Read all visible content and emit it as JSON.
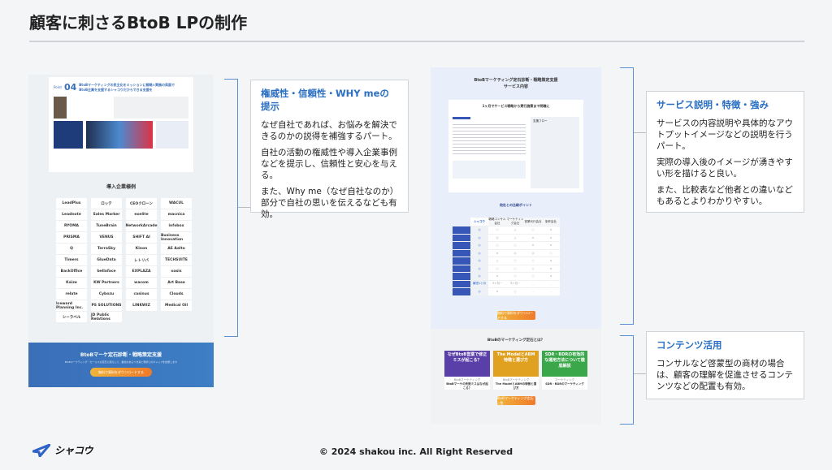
{
  "title": "顧客に刺さるBtoB LPの制作",
  "left_shot": {
    "point_label": "Point",
    "point_num": "04",
    "point_heading": "BtoBマーケティングの民主化をミッションに戦略×実務の両面でBtoB企業を支援するシャコウだからできる支援を",
    "clients_title": "導入企業様例",
    "logos": [
      "LeadPlus",
      "ロッテ",
      "CEOクローン",
      "WACUL",
      "Leadnote",
      "Sales Marker",
      "exelite",
      "macnica",
      "RYOMA",
      "TuneBrain",
      "NetworkArcade",
      "infobox",
      "PRISMA",
      "VENUS",
      "SHIFT AI",
      "Business Innovation",
      "Q",
      "TerraSky",
      "Kinon",
      "AE Aalto",
      "Timers",
      "GlueData",
      "レトリバ",
      "TECHSUITE",
      "BackOffice",
      "bellaface",
      "EXPLAZA",
      "oasis",
      "Kaize",
      "KW Partners",
      "wacom",
      "Art Base",
      "relate",
      "Cybozu",
      "casinus",
      "Clouds",
      "Iceward Planning Inc.",
      "PS SOLUTIONS",
      "LINKWIZ",
      "Medical Oil",
      "シーラベル",
      "JD Public Relations"
    ],
    "banner_title": "BtoBマーケ定石診断・戦略策定支援",
    "banner_sub": "BtoBマーケティング・セールスの定石に照らして、貴社のあるべき姿と現状とのギャップを診断します",
    "banner_button": "無料で資料をダウンロードする"
  },
  "box1": {
    "heading": "権威性・信頼性・WHY meの提示",
    "paras": [
      "なぜ自社であれば、お悩みを解決できるのかの説得を補強するパート。",
      "自社の活動の権威性や導入企業事例などを提示し、信頼性と安心を与える。",
      "また、Why me（なぜ自社なのか）部分で自社の思いを伝えるなども有効。"
    ]
  },
  "mid_shot": {
    "service_title": "BtoBマーケティング定石診断・戦略策定支援",
    "service_title2": "サービス内容",
    "service_card_title": "1ヶ月でサービス戦略から実行施策まで明確に",
    "flow_label": "支援フロー",
    "compare_title": "他社との比較ポイント",
    "compare_brand": "シャコウ",
    "compare_cols": [
      "戦略コンサル会社",
      "マーケティング会社",
      "営業代行会社",
      "制作会社"
    ],
    "compare_marks": [
      [
        "◎",
        "○",
        "△",
        "○",
        "×"
      ],
      [
        "◎",
        "◎",
        "△",
        "×",
        "×"
      ],
      [
        "◎",
        "○",
        "○",
        "×",
        "×"
      ],
      [
        "◎",
        "×",
        "◎",
        "◎",
        "○"
      ],
      [
        "◎",
        "△",
        "○",
        "○",
        "×"
      ],
      [
        "◎",
        "○",
        "○",
        "△",
        "×"
      ],
      [
        "◎",
        "×",
        "○",
        "○",
        "×"
      ],
      [
        "最短1ヶ月",
        "3ヶ月~",
        "3ヶ月~",
        "-",
        "-"
      ],
      [
        "◎",
        "×",
        "○",
        "-",
        "-"
      ]
    ],
    "compare_button": "無料で資料をダウンロードする",
    "content_title": "BtoBのマーケティング定石とは？",
    "videos": [
      {
        "img": "なぜBtoB営業で修正ミスが起こる？",
        "cat": "BtoBマーケティング",
        "title": "BtoBマーケの失敗ミスはなぜ起こる？"
      },
      {
        "img": "The ModelとABM 特徴と選び方",
        "cat": "BtoBマーケティング",
        "title": "The ModelとABMの特徴と選び方"
      },
      {
        "img": "SDR・BDRの有効的な運用方法について徹底解説",
        "cat": "マーケティング",
        "title": "SDR・BDRのマーケティング"
      }
    ],
    "content_button": "BtoBマーケティング定石一覧"
  },
  "box2": {
    "heading": "サービス説明・特徴・強み",
    "paras": [
      "サービスの内容説明や具体的なアウトプットイメージなどの説明を行うパート。",
      "実際の導入後のイメージが湧きやすい形を描けると良い。",
      "また、比較表など他者との違いなどもあるとよりわかりやすい。"
    ]
  },
  "box3": {
    "heading": "コンテンツ活用",
    "paras": [
      "コンサルなど啓蒙型の商材の場合は、顧客の理解を促進させるコンテンツなどの配置も有効。"
    ]
  },
  "footer": {
    "logo_text": "シャコウ",
    "copyright": "© 2024 shakou inc. All Right Reserved"
  },
  "colors": {
    "accent": "#2a6fc4",
    "bracket": "#5b8fd6",
    "banner": "#3a6fb8"
  }
}
